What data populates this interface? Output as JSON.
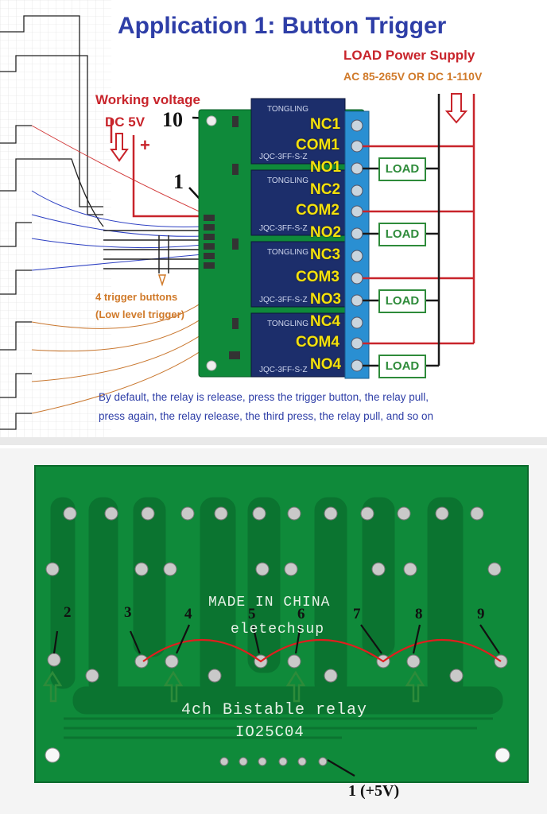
{
  "top": {
    "title": "Application 1: Button Trigger",
    "load_supply": "LOAD Power Supply",
    "ac_dc": "AC 85-265V OR DC 1-110V",
    "working_voltage": "Working voltage",
    "dc5v": "DC 5V",
    "plus": "+",
    "callout_10": "10",
    "callout_1": "1",
    "buttons_caption_1": "4 trigger buttons",
    "buttons_caption_2": "(Low level trigger)",
    "relay_brand": "TONGLING",
    "relay_model": "JQC-3FF-S-Z",
    "terminals": [
      "NC1",
      "COM1",
      "NO1",
      "NC2",
      "COM2",
      "NO2",
      "NC3",
      "COM3",
      "NO3",
      "NC4",
      "COM4",
      "NO4"
    ],
    "load_label": "LOAD",
    "description_1": "By default, the relay is release, press the trigger button, the relay pull,",
    "description_2": "press again, the relay release, the third press, the relay pull, and so on"
  },
  "pcb": {
    "made_in": "MADE IN CHINA",
    "brand": "eletechsup",
    "name": "4ch Bistable relay",
    "model": "IO25C04",
    "pins": [
      "2",
      "3",
      "4",
      "5",
      "6",
      "7",
      "8",
      "9"
    ],
    "pin_1": "1 (+5V)"
  },
  "colors": {
    "title": "#2e3ea7",
    "red": "#c8242b",
    "orange": "#d07a2a",
    "pcb_green": "#0f8a3a",
    "relay_blue": "#1c2e6b",
    "label_yellow": "#f4e10c",
    "load_green": "#2e8b3a"
  }
}
